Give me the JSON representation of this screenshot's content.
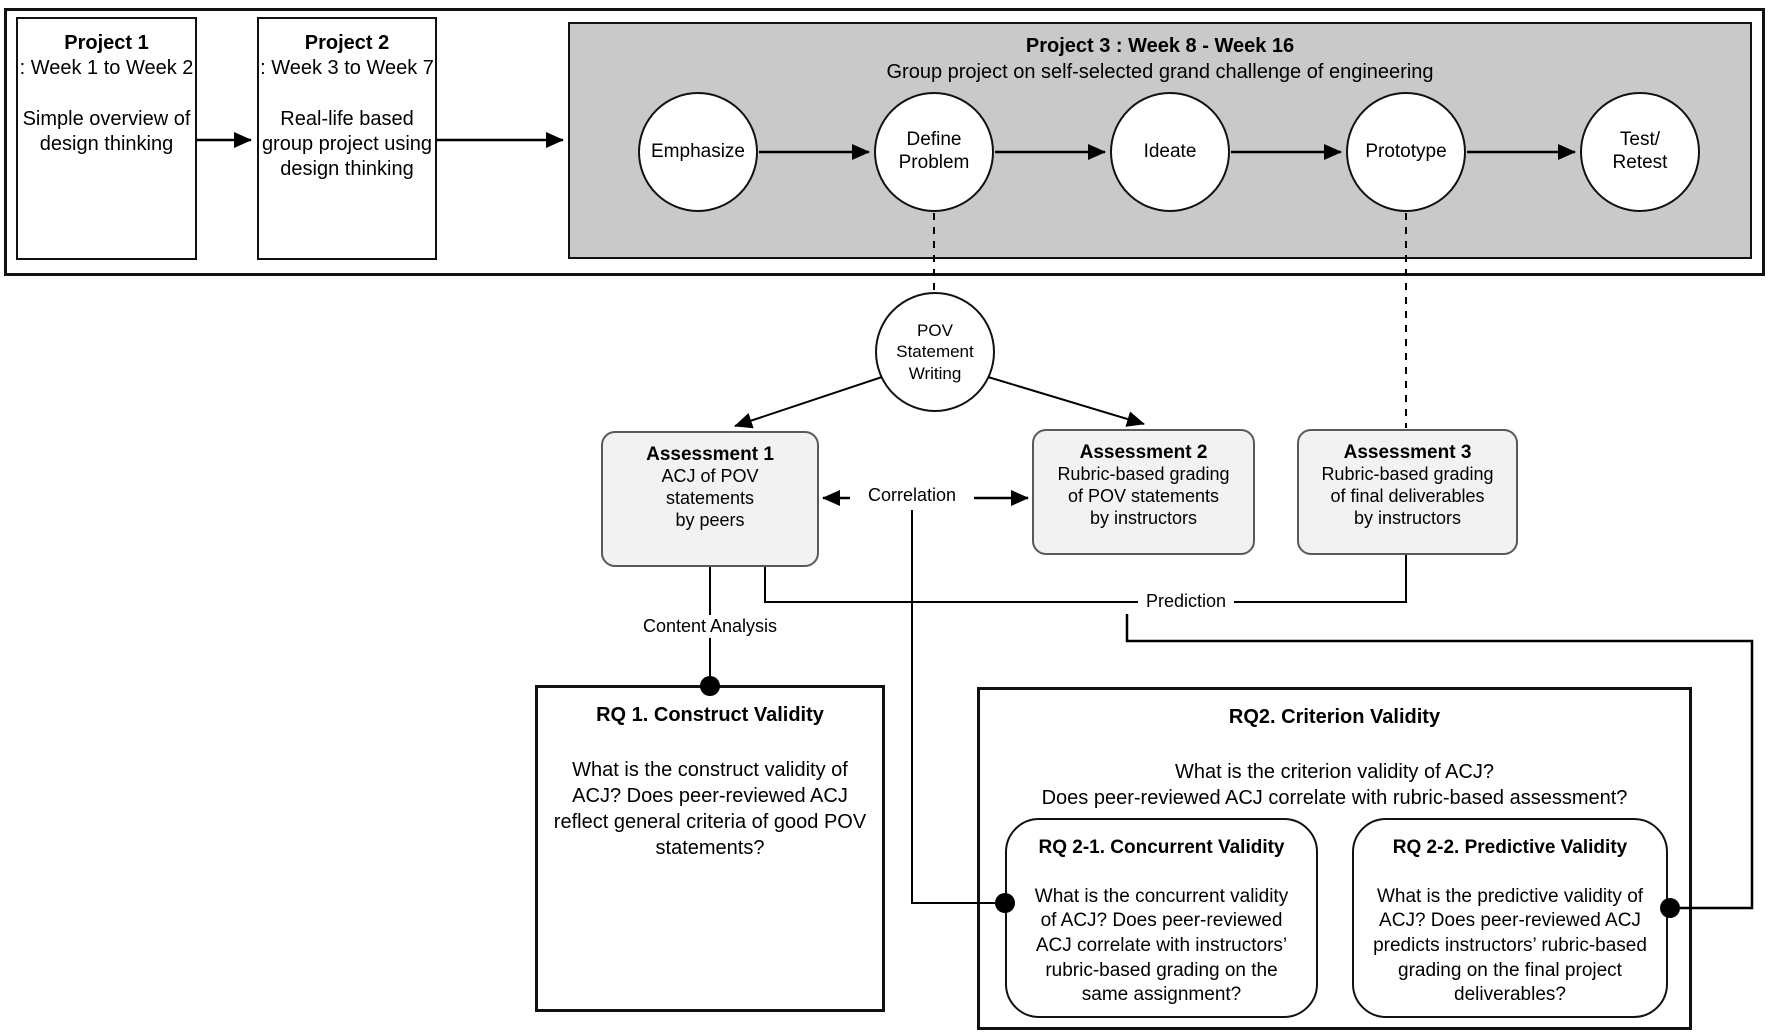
{
  "timeline": {
    "project1": {
      "title": "Project 1",
      "weeks": ": Week 1 to Week 2",
      "description": "Simple overview of\ndesign thinking"
    },
    "project2": {
      "title": "Project 2",
      "weeks": ": Week 3 to Week 7",
      "description": "Real-life based\ngroup project using\ndesign thinking"
    },
    "project3": {
      "title": "Project 3 : Week 8 - Week 16",
      "subtitle": "Group project on self-selected grand challenge of engineering",
      "steps": [
        "Emphasize",
        "Define\nProblem",
        "Ideate",
        "Prototype",
        "Test/\nRetest"
      ]
    }
  },
  "pov": {
    "label": "POV\nStatement\nWriting"
  },
  "assessments": [
    {
      "title": "Assessment 1",
      "description": "ACJ of POV\nstatements\nby peers"
    },
    {
      "title": "Assessment 2",
      "description": "Rubric-based grading\nof POV statements\nby instructors"
    },
    {
      "title": "Assessment 3",
      "description": "Rubric-based grading\nof final deliverables\nby instructors"
    }
  ],
  "connectors": {
    "correlation": "Correlation",
    "content_analysis": "Content Analysis",
    "prediction": "Prediction"
  },
  "research_questions": {
    "rq1": {
      "title": "RQ 1. Construct Validity",
      "body": "What is the construct validity of\nACJ? Does peer-reviewed ACJ\nreflect general criteria of good POV\nstatements?"
    },
    "rq2": {
      "title": "RQ2. Criterion Validity",
      "body": "What is the criterion validity of ACJ?\nDoes peer-reviewed ACJ correlate with rubric-based  assessment?",
      "rq2_1": {
        "title": "RQ 2-1. Concurrent Validity",
        "body": "What is the concurrent validity\nof ACJ? Does peer-reviewed\nACJ correlate with instructors’\nrubric-based grading on the\nsame assignment?"
      },
      "rq2_2": {
        "title": "RQ 2-2. Predictive Validity",
        "body": "What is the predictive validity of\nACJ? Does peer-reviewed ACJ\npredicts instructors’ rubric-based\ngrading on the final project\ndeliverables?"
      }
    }
  },
  "colors": {
    "project3_fill": "#c9c9c9",
    "assessment_fill": "#f2f2f2",
    "line": "#000000"
  }
}
